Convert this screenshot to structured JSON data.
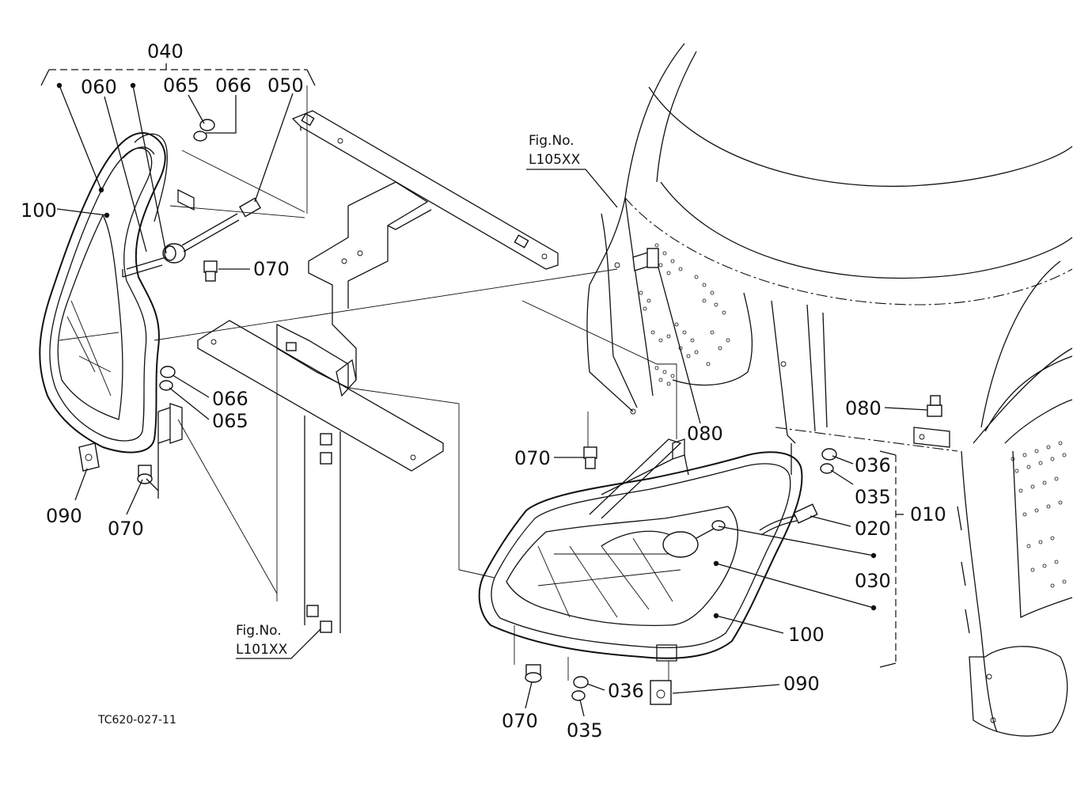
{
  "diagram_code": "TC620-027-11",
  "labels": {
    "l040": "040",
    "l060": "060",
    "l065_top": "065",
    "l066_top": "066",
    "l050": "050",
    "l100_left": "100",
    "l070_left_upper": "070",
    "l066_mid": "066",
    "l065_mid": "065",
    "l090_left": "090",
    "l070_left_lower": "070",
    "l080_mid": "080",
    "l070_mid": "070",
    "l080_right": "080",
    "l036_upper": "036",
    "l035_upper": "035",
    "l020": "020",
    "l010": "010",
    "l030": "030",
    "l100_right": "100",
    "l036_lower": "036",
    "l090_right": "090",
    "l070_bottom": "070",
    "l035_lower": "035"
  },
  "fig_refs": {
    "fig_top_title": "Fig.No.",
    "fig_top_code": "L105XX",
    "fig_bottom_title": "Fig.No.",
    "fig_bottom_code": "L101XX"
  }
}
